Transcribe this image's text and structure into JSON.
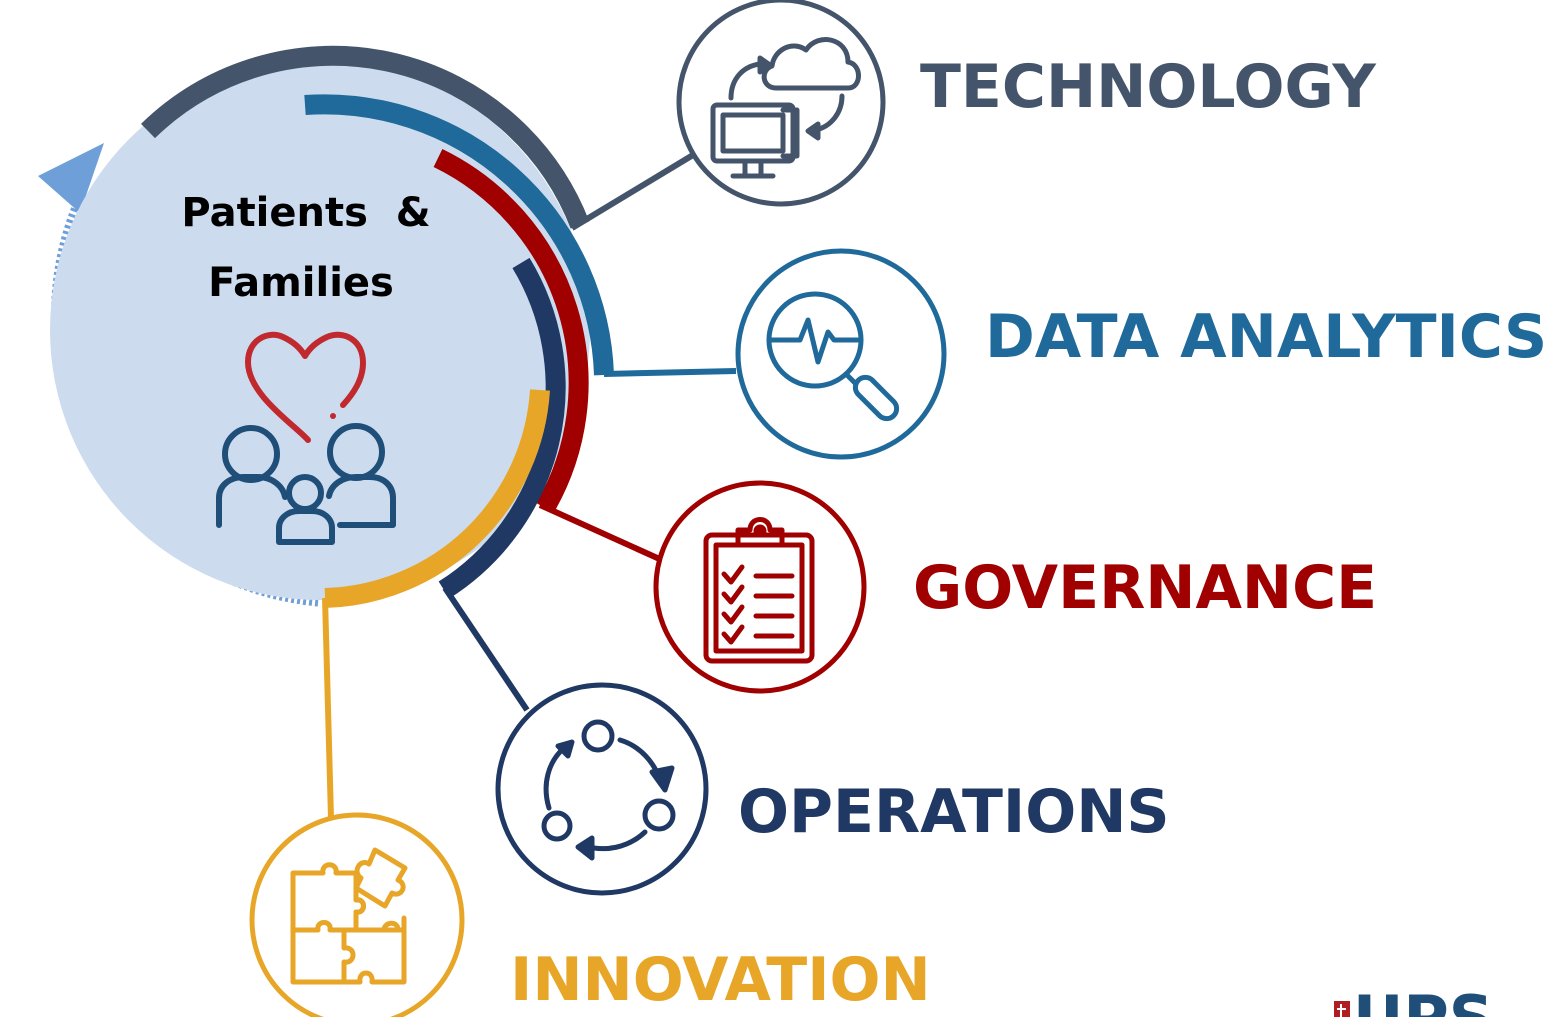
{
  "hub": {
    "line1": "Patients  &",
    "line2": "Families"
  },
  "pillars": [
    {
      "id": "technology",
      "label": "TECHNOLOGY",
      "icon": "cloud-sync-computer-icon",
      "color": "#44546a"
    },
    {
      "id": "data-analytics",
      "label": "DATA ANALYTICS",
      "icon": "analytics-magnifier-icon",
      "color": "#1f6a9a"
    },
    {
      "id": "governance",
      "label": "GOVERNANCE",
      "icon": "clipboard-checklist-icon",
      "color": "#a00000"
    },
    {
      "id": "operations",
      "label": "OPERATIONS",
      "icon": "cycle-process-icon",
      "color": "#1f3864"
    },
    {
      "id": "innovation",
      "label": "INNOVATION",
      "icon": "puzzle-pieces-icon",
      "color": "#e8a628"
    }
  ],
  "hub_icon": "heart-family-icon",
  "colors": {
    "hub_fill": "#ccdcee",
    "dotted_arrow": "#6f9fd8",
    "heart": "#c0292e",
    "family": "#1f4e79"
  },
  "logo": {
    "text": "UPS",
    "color": "#1f4e79",
    "accent": "#b01e23"
  }
}
